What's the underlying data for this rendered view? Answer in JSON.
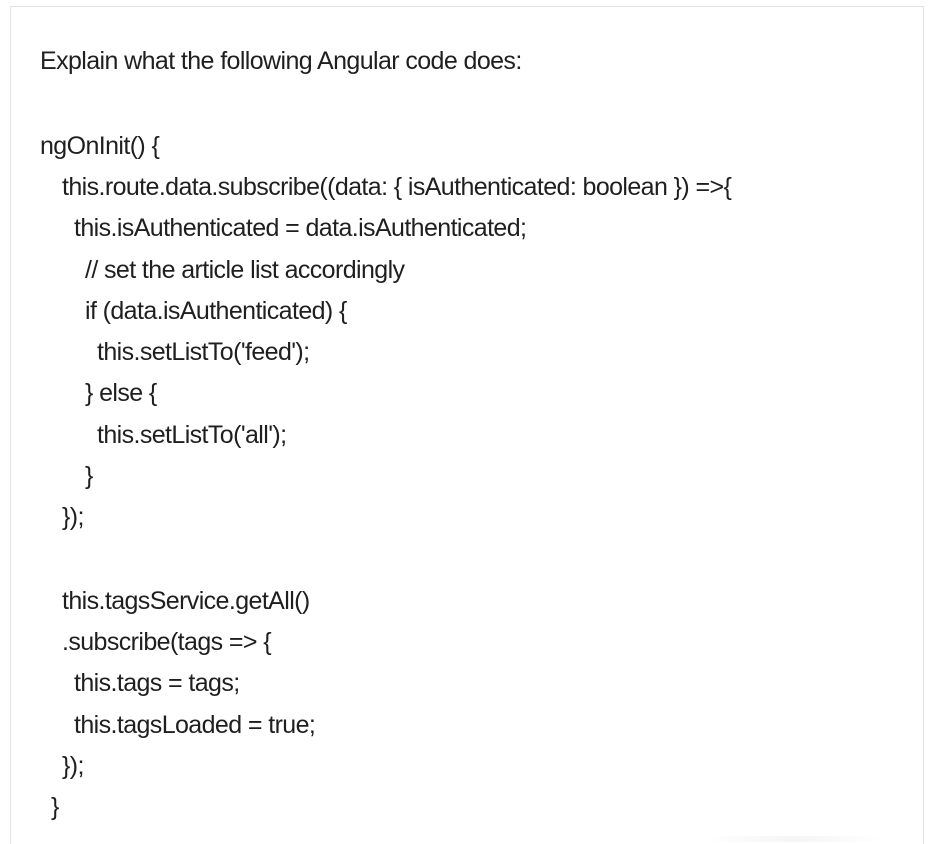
{
  "message": {
    "intro": "Explain what the following Angular code does:",
    "code_lines": [
      "ngOnInit() {",
      "this.route.data.subscribe((data: { isAuthenticated: boolean }) =>{",
      "this.isAuthenticated = data.isAuthenticated;",
      "// set the article list accordingly",
      "if (data.isAuthenticated) {",
      "this.setListTo('feed');",
      "} else {",
      "this.setListTo('all');",
      "}",
      "});",
      "this.tagsService.getAll()",
      ".subscribe(tags => {",
      "this.tags = tags;",
      "this.tagsLoaded = true;",
      "});",
      "}"
    ]
  }
}
